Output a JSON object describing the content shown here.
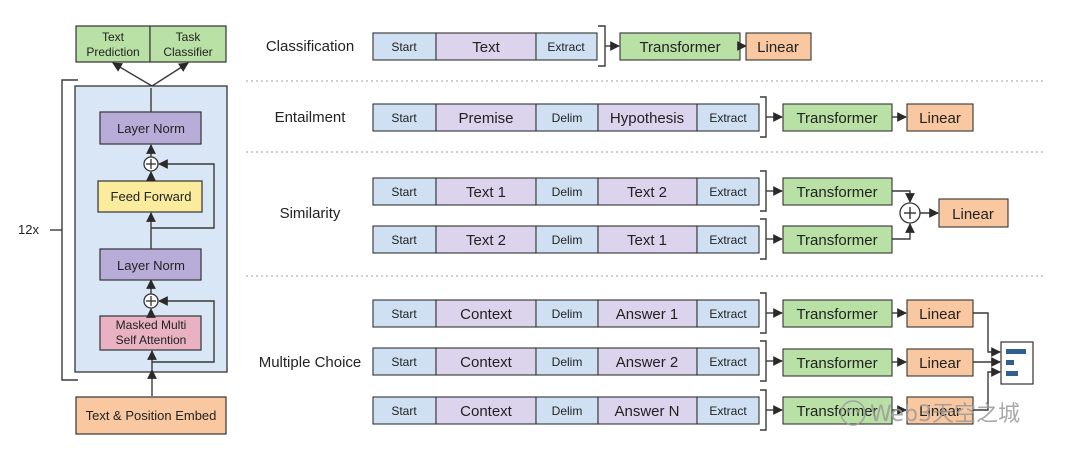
{
  "model": {
    "outputs": {
      "text_prediction": "Text\nPrediction",
      "task_classifier": "Task\nClassifier"
    },
    "layer_norm_top": "Layer Norm",
    "feed_forward": "Feed Forward",
    "layer_norm_bottom": "Layer Norm",
    "attention": "Masked Multi\nSelf Attention",
    "embed": "Text & Position Embed",
    "repeat_label": "12x"
  },
  "tasks": {
    "classification": "Classification",
    "entailment": "Entailment",
    "similarity": "Similarity",
    "multiple_choice": "Multiple Choice"
  },
  "tokens": {
    "start": "Start",
    "extract": "Extract",
    "delim": "Delim",
    "text": "Text",
    "premise": "Premise",
    "hypothesis": "Hypothesis",
    "text1": "Text 1",
    "text2": "Text 2",
    "context": "Context",
    "answer1": "Answer 1",
    "answer2": "Answer 2",
    "answerN": "Answer N"
  },
  "heads": {
    "transformer": "Transformer",
    "linear": "Linear",
    "plus": "+"
  },
  "colors": {
    "token_blue": "#cfe0f3",
    "token_purple": "#dcd3ec",
    "green": "#b9e0a5",
    "orange": "#f9c8a0",
    "yellow": "#fbeb9c",
    "pink": "#e8b2c2",
    "block_bg": "#d9e6f5",
    "layernorm": "#b8acd9",
    "output_green": "#b9e0a5"
  },
  "watermark": "Web3天空之城"
}
